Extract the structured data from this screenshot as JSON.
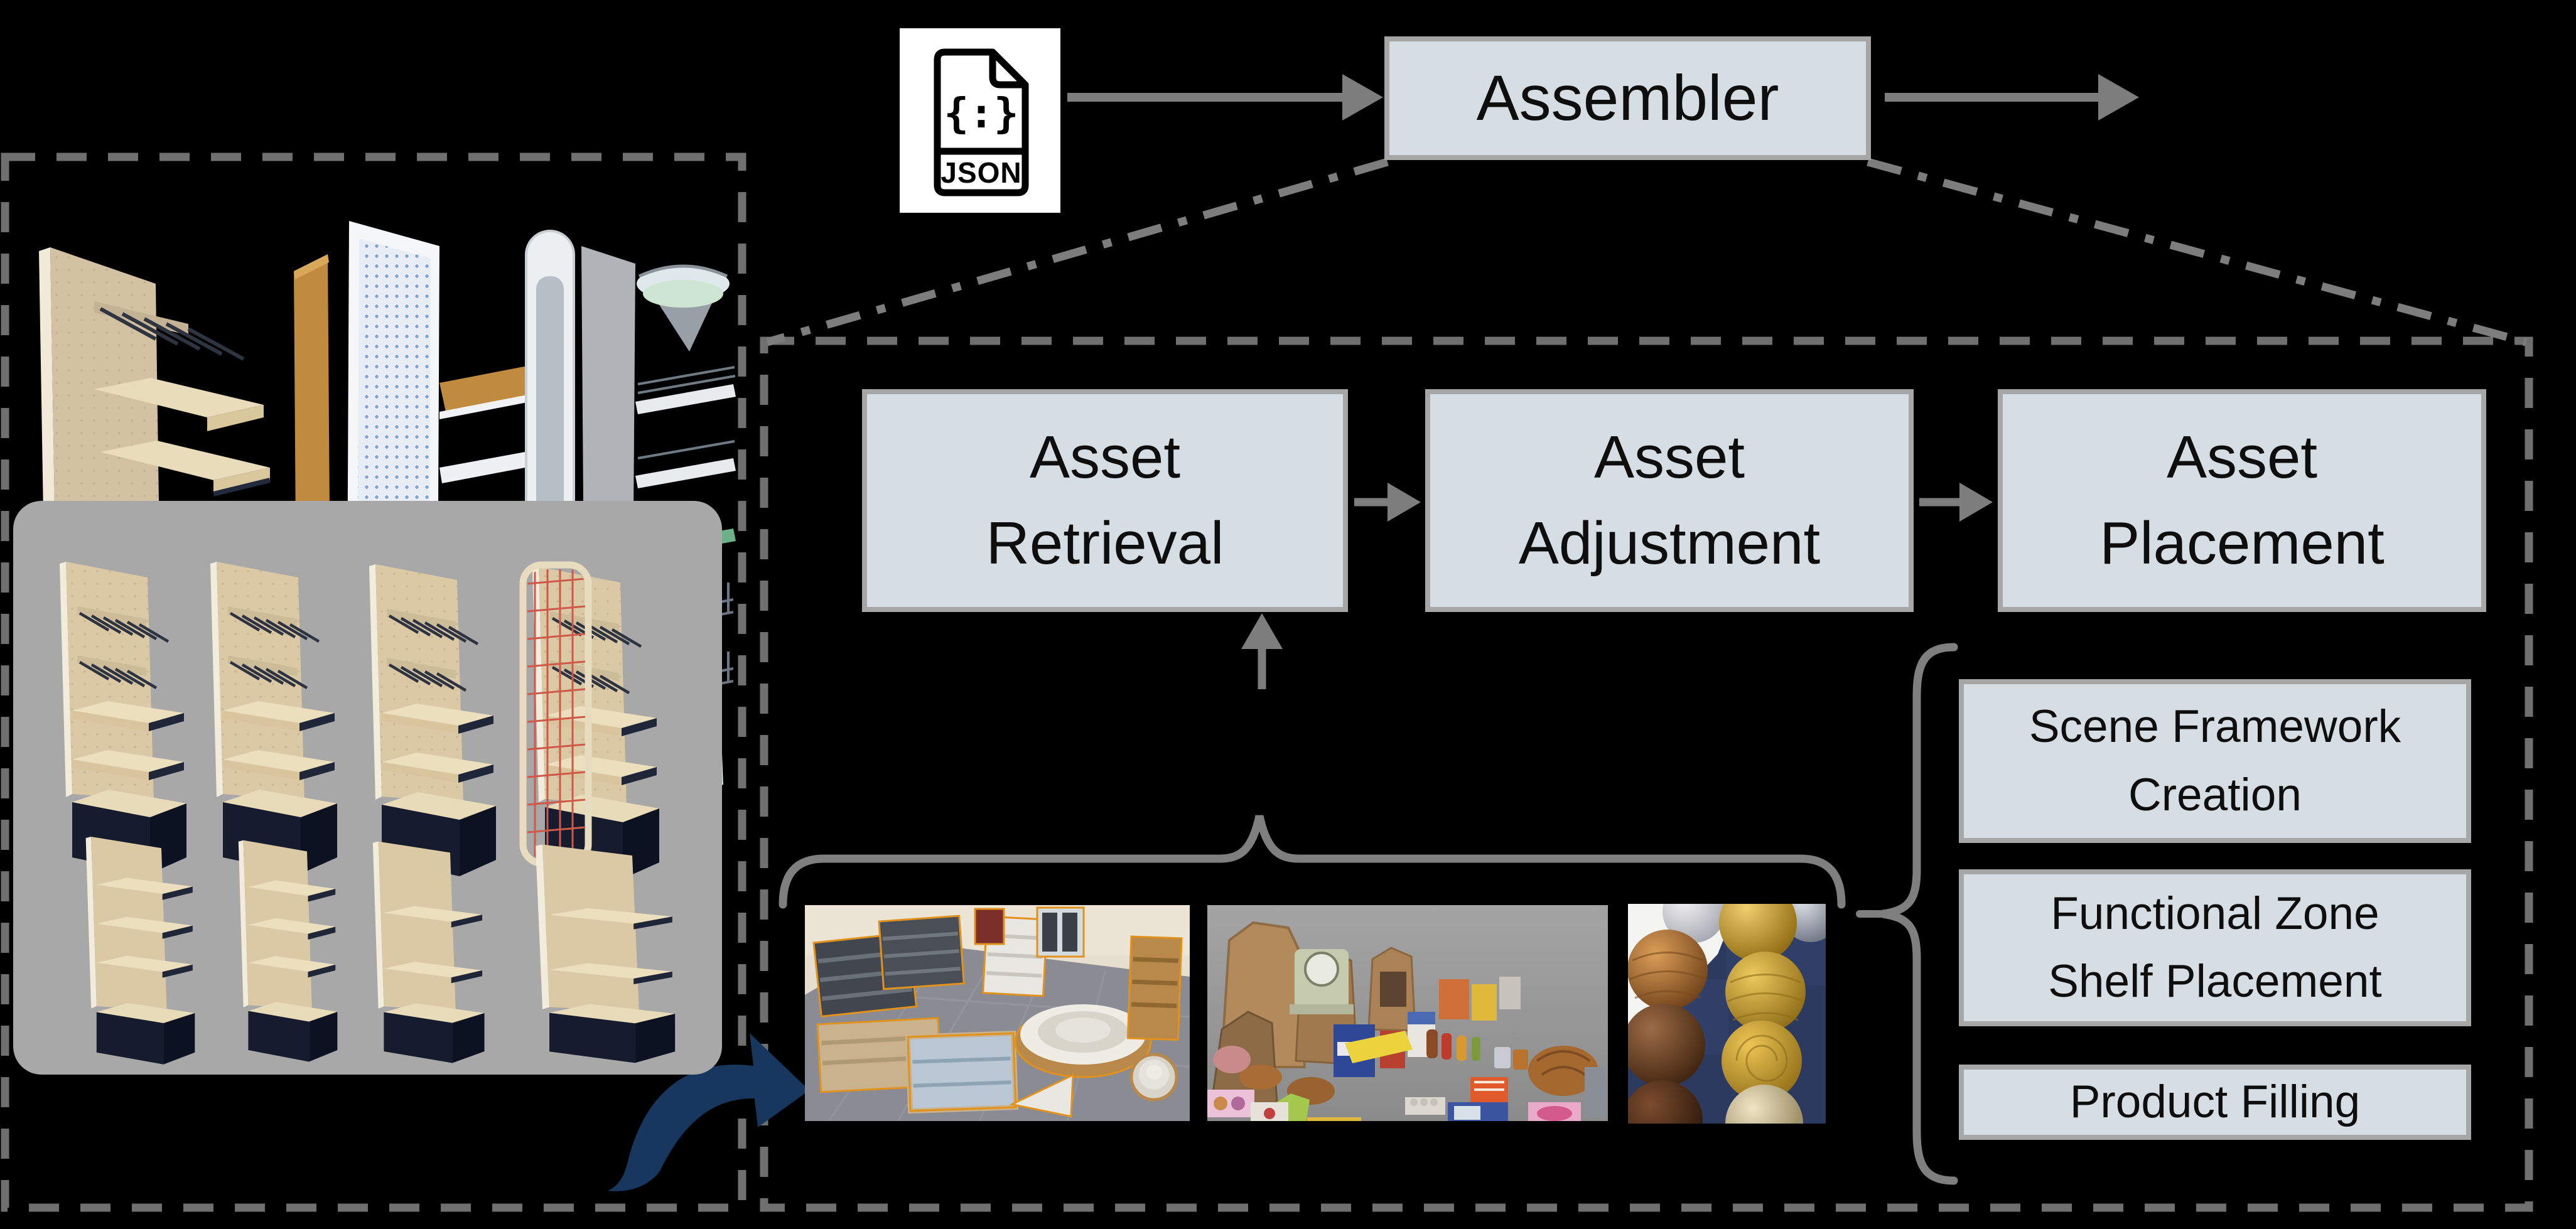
{
  "json_file": {
    "glyph": "{:}",
    "label": "JSON"
  },
  "assembler": {
    "label": "Assembler"
  },
  "steps": {
    "retrieval": {
      "line1": "Asset",
      "line2": "Retrieval"
    },
    "adjustment": {
      "line1": "Asset",
      "line2": "Adjustment"
    },
    "placement": {
      "line1": "Asset",
      "line2": "Placement"
    }
  },
  "substeps": {
    "framework": {
      "line1": "Scene Framework",
      "line2": "Creation"
    },
    "zone": {
      "line1": "Functional Zone",
      "line2": "Shelf Placement"
    },
    "filling": {
      "line1": "Product Filling"
    }
  },
  "colors": {
    "background": "#000000",
    "node_fill": "#d6dee3",
    "node_border": "#a6a6a6",
    "connector_gray": "#7d7d7d",
    "dashed_border_gray": "#6f6f6f",
    "swoosh_blue": "#17375e",
    "panel_gray": "#a8a8a8",
    "selection_orange": "#e0921c"
  }
}
